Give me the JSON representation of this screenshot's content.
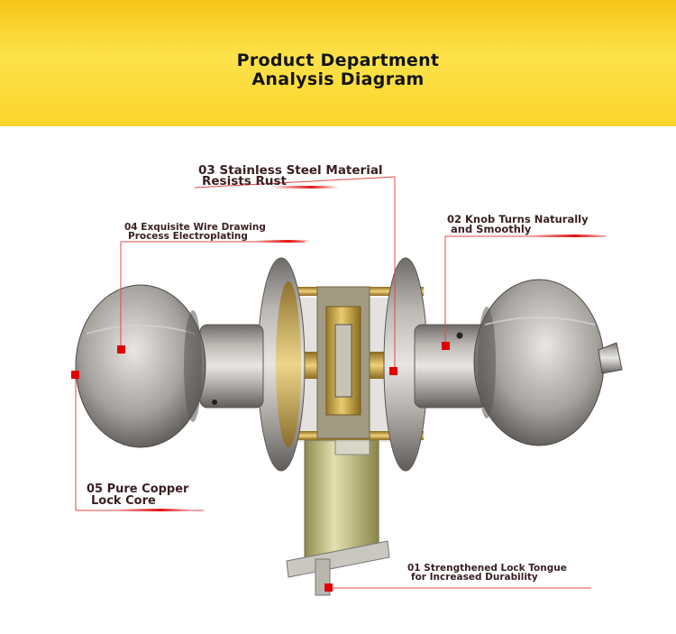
{
  "header": {
    "title_line1": "Product Department",
    "title_line2": "Analysis Diagram"
  },
  "callouts": [
    {
      "number": "03",
      "line1": "03 Stainless Steel Material",
      "line2": "Resists Rust"
    },
    {
      "number": "04",
      "line1": "04 Exquisite Wire Drawing",
      "line2": "Process Electroplating"
    },
    {
      "number": "02",
      "line1": "02 Knob Turns Naturally",
      "line2": "and Smoothly"
    },
    {
      "number": "05",
      "line1": "05 Pure Copper",
      "line2": "Lock Core"
    },
    {
      "number": "01",
      "line1": "01 Strengthened Lock Tongue",
      "line2": "for Increased Durability"
    }
  ],
  "colors": {
    "banner": "#fbd42a",
    "marker": "#e00000",
    "text": "#3a1f22"
  }
}
